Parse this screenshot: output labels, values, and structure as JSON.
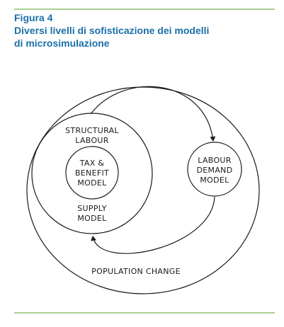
{
  "figure": {
    "label": "Figura 4",
    "title_line1": "Diversi livelli di sofisticazione dei modelli",
    "title_line2": "di microsimulazione"
  },
  "diagram": {
    "outer_label": "POPULATION CHANGE",
    "middle_label_top_1": "STRUCTURAL",
    "middle_label_top_2": "LABOUR",
    "middle_label_bottom_1": "SUPPLY",
    "middle_label_bottom_2": "MODEL",
    "inner_label_1": "TAX &",
    "inner_label_2": "BENEFIT",
    "inner_label_3": "MODEL",
    "right_label_1": "LABOUR",
    "right_label_2": "DEMAND",
    "right_label_3": "MODEL"
  },
  "colors": {
    "title": "#1b6fa8",
    "rule": "#a9cf92",
    "line": "#1a1a1a"
  }
}
